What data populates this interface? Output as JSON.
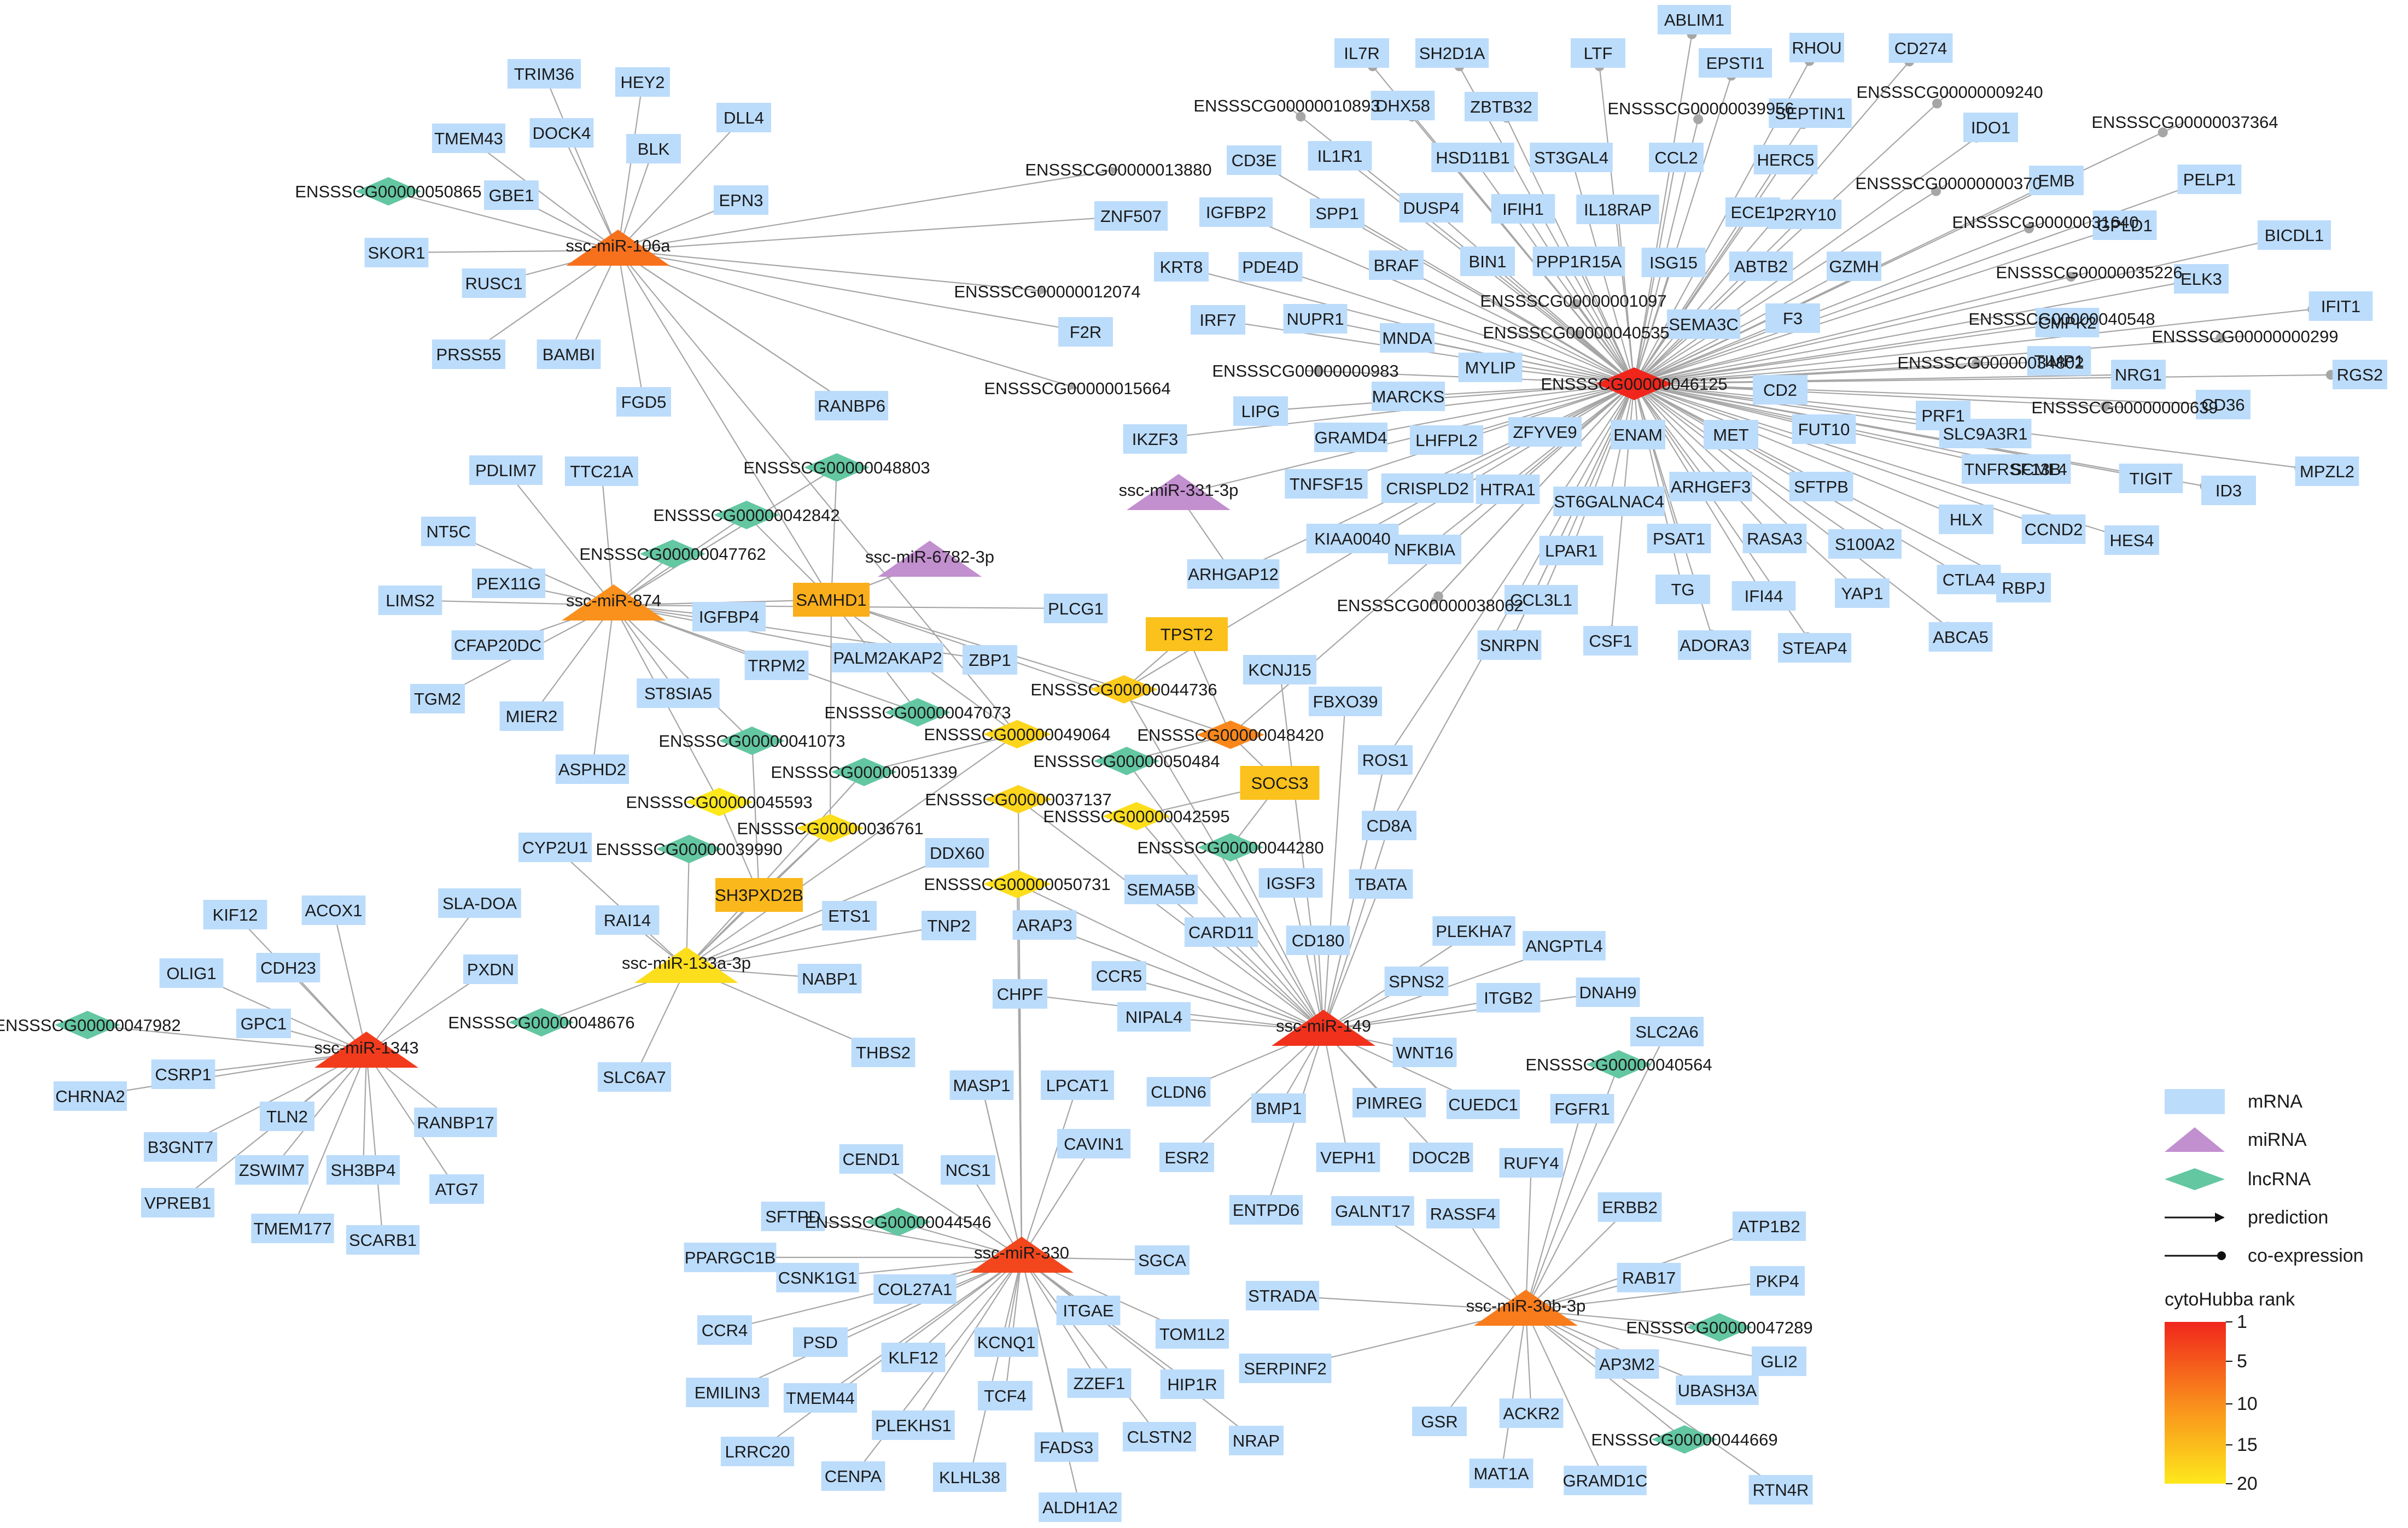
{
  "colors": {
    "mrna": "#bcdcfb",
    "mirna_plain": "#c28fcf",
    "lncrna_plain": "#63c7a2",
    "edge": "#a6a6a6",
    "rank_1": "#f0261c",
    "rank_20": "#fde81c"
  },
  "legend": {
    "mrna": "mRNA",
    "mirna": "miRNA",
    "lncrna": "lncRNA",
    "prediction": "prediction",
    "coexpression": "co-expression",
    "scale_title": "cytoHubba rank",
    "scale_ticks": [
      "1",
      "5",
      "10",
      "15",
      "20"
    ]
  },
  "hubs": {
    "h1": {
      "label": "ENSSSCG00000046125",
      "shape": "diamond",
      "rank": 1
    },
    "h2": {
      "label": "ssc-miR-106a",
      "shape": "triangle",
      "rank": 8
    },
    "h3": {
      "label": "ssc-miR-874",
      "shape": "triangle",
      "rank": 11
    },
    "h4": {
      "label": "ssc-miR-1343",
      "shape": "triangle",
      "rank": 3
    },
    "h5": {
      "label": "ssc-miR-149",
      "shape": "triangle",
      "rank": 2
    },
    "h6": {
      "label": "ssc-miR-330",
      "shape": "triangle",
      "rank": 4
    },
    "h7": {
      "label": "ssc-miR-30b-3p",
      "shape": "triangle",
      "rank": 9
    },
    "h8": {
      "label": "ssc-miR-133a-3p",
      "shape": "triangle",
      "rank": 19
    },
    "h9": {
      "label": "ssc-miR-331-3p",
      "shape": "triangle",
      "rank": null
    },
    "h10": {
      "label": "ssc-miR-6782-3p",
      "shape": "triangle",
      "rank": null
    },
    "h11": {
      "label": "ENSSSCG00000048420",
      "shape": "diamond",
      "rank": 10
    },
    "h12": {
      "label": "ENSSSCG00000044736",
      "shape": "diamond",
      "rank": 17
    },
    "h13": {
      "label": "ENSSSCG00000049064",
      "shape": "diamond",
      "rank": 18
    },
    "h14": {
      "label": "ENSSSCG00000037137",
      "shape": "diamond",
      "rank": 18
    },
    "h15": {
      "label": "ENSSSCG00000042595",
      "shape": "diamond",
      "rank": 19
    },
    "h16": {
      "label": "ENSSSCG00000036761",
      "shape": "diamond",
      "rank": 19
    },
    "h17": {
      "label": "ENSSSCG00000045593",
      "shape": "diamond",
      "rank": 20
    },
    "h18": {
      "label": "ENSSSCG00000050731",
      "shape": "diamond",
      "rank": 19
    },
    "h19": {
      "label": "SAMHD1",
      "shape": "rect",
      "rank": 14
    },
    "h20": {
      "label": "TPST2",
      "shape": "rect",
      "rank": 16
    },
    "h21": {
      "label": "SOCS3",
      "shape": "rect",
      "rank": 16
    },
    "h22": {
      "label": "SH3PXD2B",
      "shape": "rect",
      "rank": 15
    }
  },
  "lncrnas": {
    "l1": "ENSSSCG00000050865",
    "l2": "ENSSSCG00000048803",
    "l3": "ENSSSCG00000042842",
    "l4": "ENSSSCG00000047762",
    "l5": "ENSSSCG00000047073",
    "l6": "ENSSSCG00000041073",
    "l7": "ENSSSCG00000051339",
    "l8": "ENSSSCG00000039990",
    "l9": "ENSSSCG00000050484",
    "l10": "ENSSSCG00000044280",
    "l11": "ENSSSCG00000047982",
    "l12": "ENSSSCG00000048676",
    "l13": "ENSSSCG00000040564",
    "l14": "ENSSSCG00000044546",
    "l15": "ENSSSCG00000047289",
    "l16": "ENSSSCG00000044669"
  },
  "mrnas": {
    "m1": "TRIM36",
    "m2": "HEY2",
    "m3": "TMEM43",
    "m4": "DOCK4",
    "m5": "DLL4",
    "m6": "BLK",
    "m7": "GBE1",
    "m8": "EPN3",
    "m9": "SKOR1",
    "m10": "RUSC1",
    "m11": "PRSS55",
    "m12": "BAMBI",
    "m13": "FGD5",
    "m14": "RANBP6",
    "m15": "PDLIM7",
    "m16": "TTC21A",
    "m17": "NT5C",
    "m18": "PEX11G",
    "m19": "LIMS2",
    "m20": "CFAP20DC",
    "m21": "IGFBP4",
    "m22": "TGM2",
    "m23": "MIER2",
    "m24": "TRPM2",
    "m25": "ST8SIA5",
    "m26": "ASPHD2",
    "m27": "CYP2U1",
    "m28": "SLA-DOA",
    "m29": "RAI14",
    "m30": "PXDN",
    "m31": "SLC6A7",
    "m32": "KIF12",
    "m33": "ACOX1",
    "m34": "CDH23",
    "m35": "OLIG1",
    "m36": "GPC1",
    "m37": "CSRP1",
    "m38": "CHRNA2",
    "m39": "TLN2",
    "m40": "B3GNT7",
    "m41": "ZSWIM7",
    "m42": "SH3BP4",
    "m43": "RANBP17",
    "m44": "VPREB1",
    "m45": "TMEM177",
    "m46": "SCARB1",
    "m47": "ATG7",
    "m48": "PALM2AKAP2",
    "m49": "ZBP1",
    "m50": "PLCG1",
    "m51": "DDX60",
    "m52": "ETS1",
    "m53": "TNP2",
    "m54": "ARAP3",
    "m55": "NABP1",
    "m56": "THBS2",
    "m57": "CHPF",
    "m58": "MASP1",
    "m59": "LPCAT1",
    "m60": "CAVIN1",
    "m61": "CCR5",
    "m62": "NIPAL4",
    "m63": "SEMA5B",
    "m64": "CARD11",
    "m65": "CD180",
    "m66": "IGSF3",
    "m67": "TBATA",
    "m68": "CD8A",
    "m69": "ROS1",
    "m70": "FBXO39",
    "m71": "KCNJ15",
    "m72": "ARHGAP12",
    "m73": "KIAA0040",
    "m74": "NFKBIA",
    "m75": "SNRPN",
    "m76": "CCL3L1",
    "m77": "LPAR1",
    "m78": "CSF1",
    "m79": "PLEKHA7",
    "m80": "ANGPTL4",
    "m81": "SPNS2",
    "m82": "ITGB2",
    "m83": "DNAH9",
    "m84": "SLC2A6",
    "m85": "WNT16",
    "m86": "FGFR1",
    "m87": "CUEDC1",
    "m88": "CLDN6",
    "m89": "BMP1",
    "m90": "PIMREG",
    "m91": "ESR2",
    "m92": "VEPH1",
    "m93": "DOC2B",
    "m94": "RUFY4",
    "m95": "ENTPD6",
    "m96": "GALNT17",
    "m97": "RASSF4",
    "m98": "CEND1",
    "m99": "NCS1",
    "m100": "SFTPD",
    "m101": "PPARGC1B",
    "m102": "CSNK1G1",
    "m103": "COL27A1",
    "m104": "SGCA",
    "m105": "STRADA",
    "m106": "CCR4",
    "m107": "PSD",
    "m108": "ITGAE",
    "m109": "TOM1L2",
    "m110": "EMILIN3",
    "m111": "KLF12",
    "m112": "KCNQ1",
    "m113": "SERPINF2",
    "m114": "TMEM44",
    "m115": "ZZEF1",
    "m116": "HIP1R",
    "m117": "LRRC20",
    "m118": "PLEKHS1",
    "m119": "TCF4",
    "m120": "CLSTN2",
    "m121": "NRAP",
    "m122": "CENPA",
    "m123": "KLHL38",
    "m124": "FADS3",
    "m125": "ALDH1A2",
    "m126": "ERBB2",
    "m127": "ATP1B2",
    "m128": "RAB17",
    "m129": "PKP4",
    "m130": "GLI2",
    "m131": "AP3M2",
    "m132": "UBASH3A",
    "m133": "GSR",
    "m134": "ACKR2",
    "m135": "MAT1A",
    "m136": "GRAMD1C",
    "m137": "RTN4R",
    "m138": "IL7R",
    "m139": "SH2D1A",
    "m140": "LTF",
    "m141": "ABLIM1",
    "m142": "EPSTI1",
    "m143": "RHOU",
    "m144": "CD274",
    "m145": "ENSSSCG00000010893",
    "m146": "DHX58",
    "m147": "ZBTB32",
    "m148": "ENSSSCG00000039956",
    "m149": "SEPTIN1",
    "m150": "ENSSSCG00000009240",
    "m151": "ENSSSCG00000037364",
    "m152": "IL1R1",
    "m153": "HSD11B1",
    "m154": "ST3GAL4",
    "m155": "CCL2",
    "m156": "HERC5",
    "m157": "IDO1",
    "m158": "ENSSSCG00000013880",
    "m159": "CD3E",
    "m160": "IGFBP2",
    "m161": "SPP1",
    "m162": "DUSP4",
    "m163": "IFIH1",
    "m164": "IL18RAP",
    "m165": "ECE1",
    "m166": "P2RY10",
    "m167": "ENSSSCG00000000370",
    "m168": "EMB",
    "m169": "PELP1",
    "m170": "ZNF507",
    "m171": "BRAF",
    "m172": "BIN1",
    "m173": "PPP1R15A",
    "m174": "ISG15",
    "m175": "ABTB2",
    "m176": "GZMH",
    "m177": "ENSSSCG00000031640",
    "m178": "GPLD1",
    "m179": "BICDL1",
    "m180": "KRT8",
    "m181": "PDE4D",
    "m182": "ENSSSCG00000012074",
    "m183": "ENSSSCG00000001097",
    "m184": "ENSSSCG00000035226",
    "m185": "ELK3",
    "m186": "F2R",
    "m187": "IRF7",
    "m188": "NUPR1",
    "m189": "MNDA",
    "m190": "ENSSSCG00000040535",
    "m191": "SEMA3C",
    "m192": "F3",
    "m193": "ENSSSCG00000040548",
    "m194": "CMPK2",
    "m195": "IFIT1",
    "m196": "ENSSSCG00000000299",
    "m197": "MYLIP",
    "m198": "ENSSSCG00000000983",
    "m199": "ENSSSCG00000015664",
    "m200": "CD2",
    "m201": "ENSSSCG00000034802",
    "m202": "TIMP1",
    "m203": "NRG1",
    "m204": "RGS2",
    "m205": "LIPG",
    "m206": "MARCKS",
    "m207": "IKZF3",
    "m208": "GRAMD4",
    "m209": "LHFPL2",
    "m210": "ZFYVE9",
    "m211": "ENAM",
    "m212": "MET",
    "m213": "FUT10",
    "m214": "PRF1",
    "m215": "ENSSSCG00000000639",
    "m216": "CD36",
    "m217": "SLC9A3R1",
    "m218": "TNFRSF13B",
    "m219": "SCML4",
    "m220": "TIGIT",
    "m221": "ID3",
    "m222": "MPZL2",
    "m223": "TNFSF15",
    "m224": "CRISPLD2",
    "m225": "HTRA1",
    "m226": "ST6GALNAC4",
    "m227": "ARHGEF3",
    "m228": "SFTPB",
    "m229": "HLX",
    "m230": "CCND2",
    "m231": "HES4",
    "m232": "PSAT1",
    "m233": "RASA3",
    "m234": "S100A2",
    "m235": "CTLA4",
    "m236": "RBPJ",
    "m237": "TG",
    "m238": "IFI44",
    "m239": "YAP1",
    "m240": "ADORA3",
    "m241": "STEAP4",
    "m242": "ABCA5",
    "m243": "ENSSSCG00000038062"
  }
}
